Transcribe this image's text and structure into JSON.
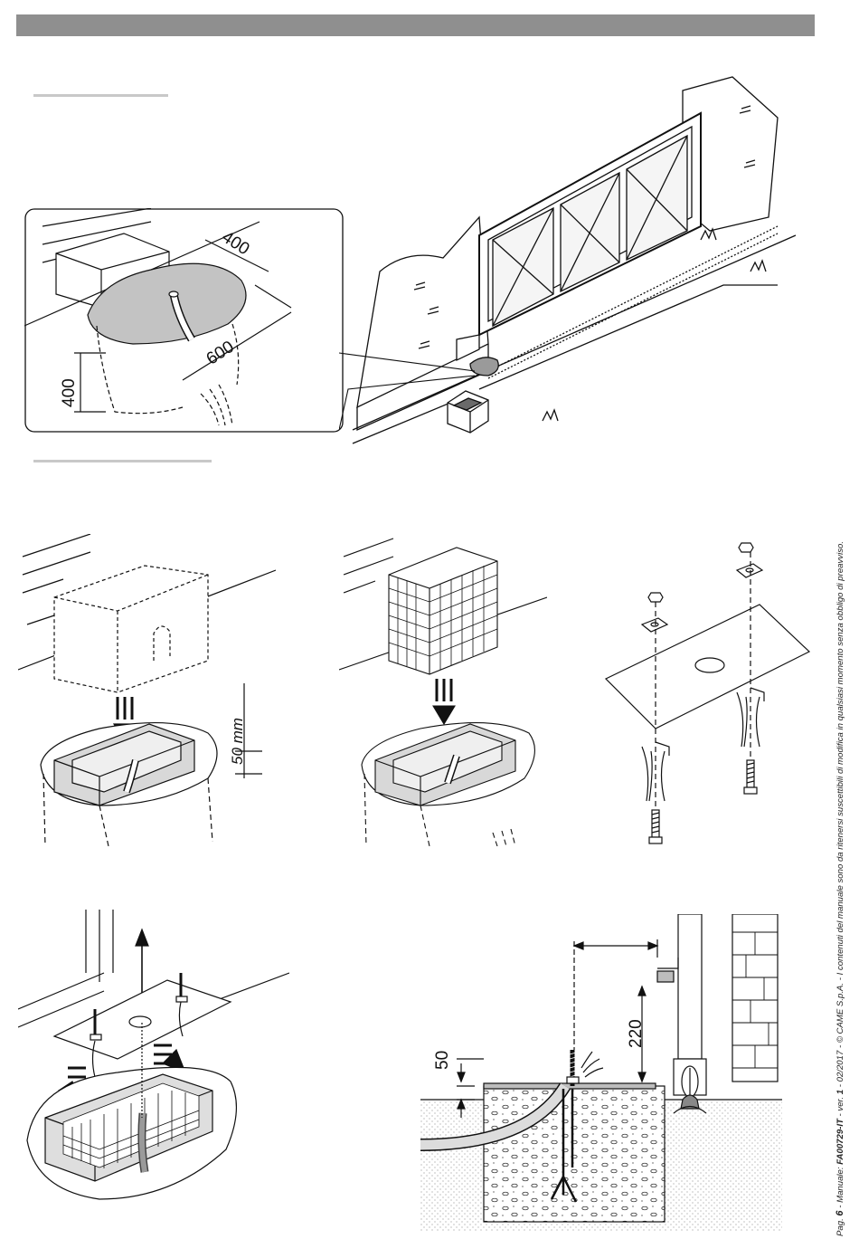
{
  "header": {
    "bar_color": "#8f8f8f"
  },
  "colors": {
    "ink": "#111111",
    "fill_grey": "#bdbdbd",
    "light_grey": "#dcdcdc",
    "rule": "#c8c8c8"
  },
  "detail_figure": {
    "dim_width": "400",
    "dim_length": "600",
    "dim_depth": "400"
  },
  "formwork_figure": {
    "dim_margin": "50 mm"
  },
  "section_figure": {
    "dim_height": "220",
    "dim_depth": "50"
  },
  "footer": {
    "page_label": "Pag.",
    "page_number": "6",
    "manual_prefix": "- Manuale:",
    "manual_code": "FA00729-IT",
    "version_prefix": "- ver.",
    "version_number": "1",
    "date_text": "- 02/2017 - © CAME S.p.A. -",
    "disclaimer": "I contenuti del manuale sono da ritenersi suscettibili di modifica in qualsiasi momento senza obbligo di preavviso."
  }
}
